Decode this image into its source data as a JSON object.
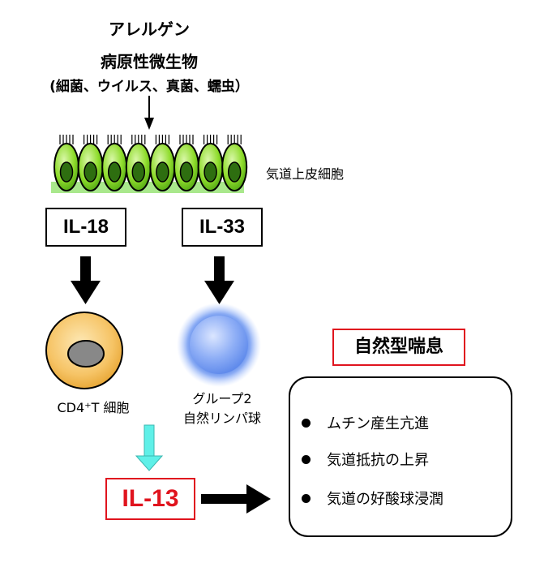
{
  "sources": {
    "line1": "アレルゲン",
    "line2": "病原性微生物",
    "line3": "(細菌、ウイルス、真菌、蠕虫）"
  },
  "epithelium_label": "気道上皮細胞",
  "cytokines": {
    "il18": "IL-18",
    "il33": "IL-33",
    "il13": "IL-13"
  },
  "cells": {
    "cd4_label": "CD4⁺T 細胞",
    "ilc2_line1": "グループ2",
    "ilc2_line2": "自然リンパ球"
  },
  "asthma": {
    "title": "自然型喘息",
    "features": [
      "ムチン産生亢進",
      "気道抵抗の上昇",
      "気道の好酸球浸潤"
    ]
  },
  "colors": {
    "epithelium_green": "#7ed321",
    "cd4_fill": "#f5c060",
    "ilc2_blue": "#4a7be8",
    "il13_red": "#e0141e",
    "cyan_arrow": "#5ff0e8"
  }
}
